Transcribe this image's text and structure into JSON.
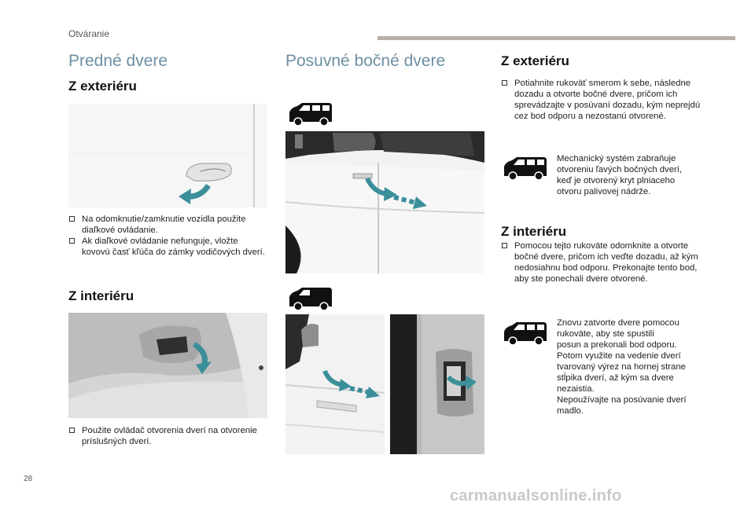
{
  "header": {
    "section": "Otváranie"
  },
  "front_doors": {
    "title": "Predné dvere",
    "exterior_title": "Z exteriéru",
    "exterior_bullets": [
      "Na odomknutie/zamknutie vozidla použite diaľkové ovládanie.",
      "Ak diaľkové ovládanie nefunguje, vložte kovovú časť kľúča do zámky vodičových dverí."
    ],
    "interior_title": "Z interiéru",
    "interior_bullets": [
      "Použite ovládač otvorenia dverí na otvorenie príslušných dverí."
    ]
  },
  "sliding_doors": {
    "title": "Posuvné bočné dvere",
    "exterior_title": "Z exteriéru",
    "exterior_bullets": [
      "Potiahnite rukoväť smerom k sebe, následne dozadu a otvorte bočné dvere, pričom ich sprevádzajte v posúvaní dozadu, kým neprejdú cez bod odporu a nezostanú otvorené."
    ],
    "exterior_note": "Mechanický systém zabraňuje otvoreniu ľavých bočných dverí, keď je otvorený kryt plniaceho otvoru palivovej nádrže.",
    "interior_title": "Z interiéru",
    "interior_bullets": [
      "Pomocou tejto rukoväte odomknite a otvorte bočné dvere, pričom ich veďte dozadu, až kým nedosiahnu bod odporu. Prekonajte tento bod, aby ste ponechali dvere otvorené."
    ],
    "interior_note": "Znovu zatvorte dvere pomocou rukoväte, aby ste spustili\nposun a prekonali bod odporu.\nPotom využite na vedenie dverí tvarovaný výrez na hornej strane stĺpika dverí, až kým sa dvere nezaistia.\nNepoužívajte na posúvanie dverí madlo."
  },
  "icons": {
    "vehicle": "van-silhouette-icon",
    "direction": "curved-arrow-icon",
    "bullet": "square-bullet-icon"
  },
  "colors": {
    "title_blue": "#6d8fa3",
    "arrow_teal": "#3b8f9a",
    "header_bar": "#b9aea6"
  },
  "footer": {
    "page_number": "28",
    "watermark": "carmanualsonline.info"
  }
}
